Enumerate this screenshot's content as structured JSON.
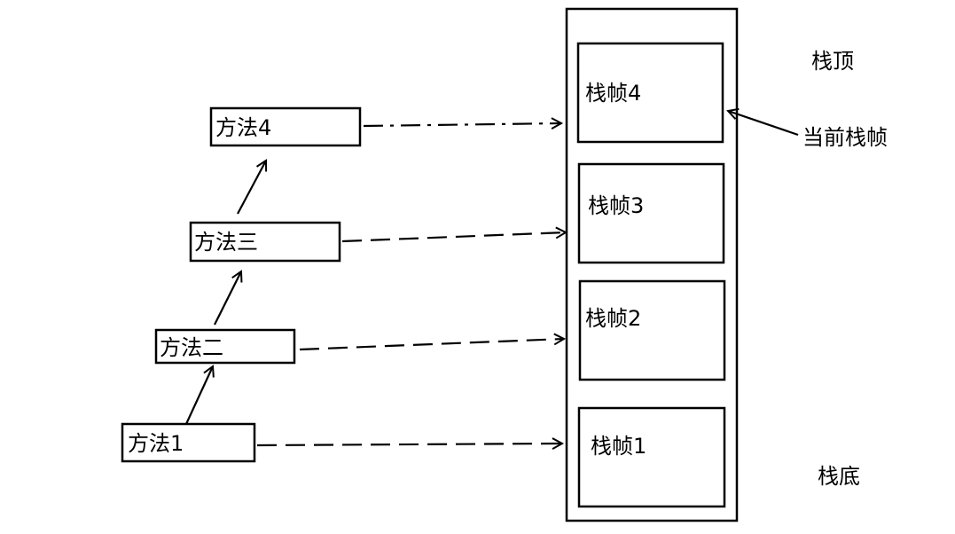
{
  "methods": [
    {
      "label": "方法1"
    },
    {
      "label": "方法二"
    },
    {
      "label": "方法三"
    },
    {
      "label": "方法4"
    }
  ],
  "frames": [
    {
      "label": "栈帧1"
    },
    {
      "label": "栈帧2"
    },
    {
      "label": "栈帧3"
    },
    {
      "label": "栈帧4"
    }
  ],
  "annotations": {
    "stack_top": "栈顶",
    "stack_bottom": "栈底",
    "current_frame": "当前栈帧"
  }
}
